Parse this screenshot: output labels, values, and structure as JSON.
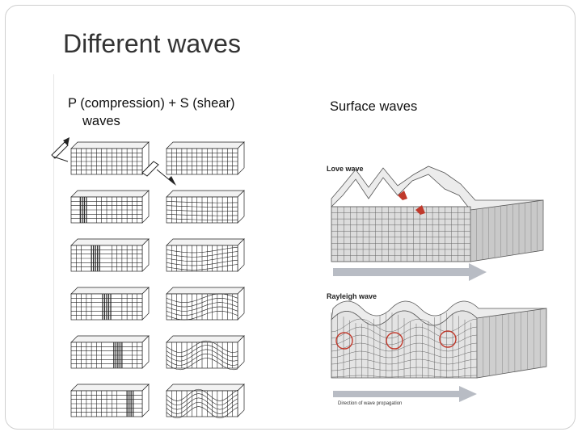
{
  "slide": {
    "title": "Different waves",
    "left_caption_line1": "P (compression) + S (shear)",
    "left_caption_line2": "waves",
    "right_caption": "Surface waves"
  },
  "surface_figure": {
    "love_label": "Love wave",
    "rayleigh_label": "Rayleigh wave",
    "propagation_label": "Direction of wave propagation",
    "arrow_color": "#c0392b",
    "propagation_arrow_color": "#b8bcc4"
  },
  "body_wave_figure": {
    "p_wave_panels": 6,
    "s_wave_panels": 6
  }
}
